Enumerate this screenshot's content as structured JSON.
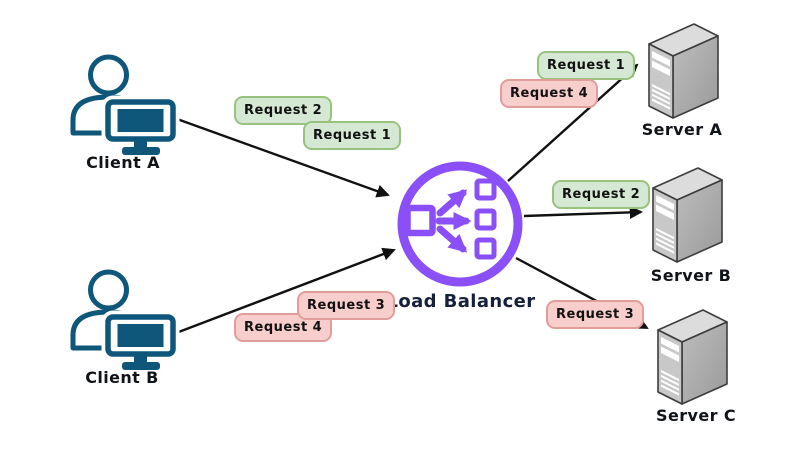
{
  "nodes": {
    "client_a": {
      "label": "Client A"
    },
    "client_b": {
      "label": "Client B"
    },
    "load_balancer": {
      "label": "Load Balancer"
    },
    "server_a": {
      "label": "Server A"
    },
    "server_b": {
      "label": "Server B"
    },
    "server_c": {
      "label": "Server C"
    }
  },
  "requests": [
    {
      "label": "Request 2",
      "color": "green",
      "near": "client-a-route"
    },
    {
      "label": "Request 1",
      "color": "green",
      "near": "client-a-route"
    },
    {
      "label": "Request 1",
      "color": "green",
      "near": "server-a"
    },
    {
      "label": "Request 4",
      "color": "red",
      "near": "server-a"
    },
    {
      "label": "Request 2",
      "color": "green",
      "near": "server-b"
    },
    {
      "label": "Request 3",
      "color": "red",
      "near": "server-c"
    },
    {
      "label": "Request 4",
      "color": "red",
      "near": "client-b-route"
    },
    {
      "label": "Request 3",
      "color": "red",
      "near": "client-b-route"
    }
  ],
  "colors": {
    "request_green_fill": "#D5E8D4",
    "request_green_border": "#97C37E",
    "request_red_fill": "#F8CECC",
    "request_red_border": "#DF9E9C",
    "client_icon": "#0E567A",
    "load_balancer_purple": "#8A4FF7",
    "server_gray_front": "#C8C8C8",
    "server_gray_side": "#A6A6A6",
    "server_gray_top": "#DCDCDC",
    "arrow": "#111111",
    "label_text": "#101418"
  }
}
